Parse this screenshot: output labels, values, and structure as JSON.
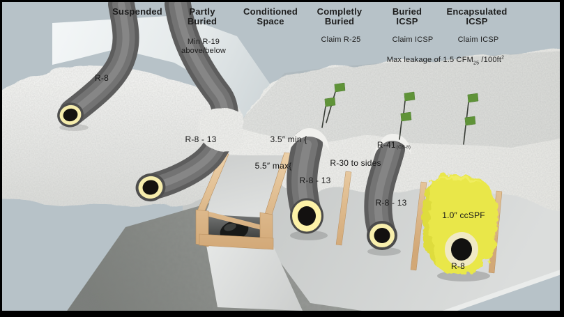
{
  "columns": [
    {
      "line1": "Suspended",
      "line2": ""
    },
    {
      "line1": "Partly",
      "line2": "Buried",
      "note_line1": "Min R-19",
      "note_line2": "above/below"
    },
    {
      "line1": "Conditioned",
      "line2": "Space"
    },
    {
      "line1": "Completly",
      "line2": "Buried",
      "claim": "Claim R-25"
    },
    {
      "line1": "Buried",
      "line2": "ICSP",
      "claim": "Claim ICSP"
    },
    {
      "line1": "Encapsulated",
      "line2": "ICSP",
      "claim": "Claim ICSP"
    }
  ],
  "leakage": {
    "prefix": "Max leakage of 1.5 CFM",
    "subscript": "25",
    "middle": " /100ft",
    "superscript": "2"
  },
  "labels": {
    "suspended_duct_r": "R-8",
    "partly_buried_duct_r": "R-8 - 13",
    "burial_depth_min": "3.5″ min {",
    "burial_depth_max": "5.5″ max{",
    "completely_buried_duct_r": "R-8 - 13",
    "side_insulation_r": "R-30 to sides",
    "effective_r": "R-41",
    "effective_r_note": "(CS-8)",
    "buried_icsp_duct_r": "R-8 - 13",
    "foam_thickness": "1.0″ ccSPF",
    "encapsulated_duct_r": "R-8"
  },
  "icons": {
    "marker_flag": "green-flag"
  },
  "colors": {
    "background": "#b7c2c8",
    "frame": "#000000",
    "insulation": "#f1f1ee",
    "duct_gray": "#6a6a6a",
    "duct_liner_yellow": "#f6edad",
    "foam_yellow": "#e9e74a",
    "flag_green": "#5f9338",
    "wood_tan": "#e2c096",
    "concrete_gray": "#8e918d",
    "ceiling_gray": "#cfd2d1",
    "text": "#1d1d1d"
  }
}
